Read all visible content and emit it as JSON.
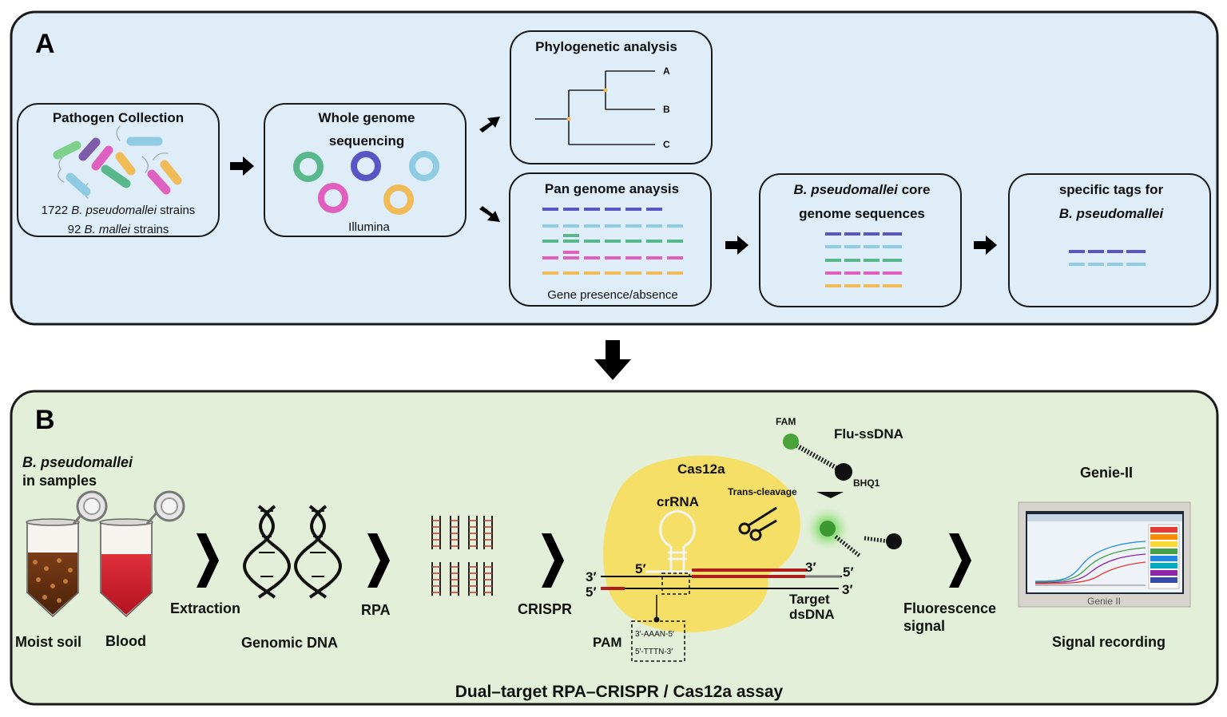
{
  "panel_a": {
    "letter": "A",
    "pathogen": {
      "title": "Pathogen Collection",
      "line1_num": "1722",
      "line1_species": "B. pseudomallei",
      "line1_tail": "strains",
      "line2_num": "92",
      "line2_species": "B. mallei",
      "line2_tail": "strains"
    },
    "wgs": {
      "title_line1": "Whole genome",
      "title_line2": "sequencing",
      "platform": "Illumina"
    },
    "phylo": {
      "title": "Phylogenetic analysis",
      "leaves": [
        "A",
        "B",
        "C"
      ]
    },
    "pan": {
      "title": "Pan genome anaysis",
      "caption": "Gene presence/absence"
    },
    "core": {
      "title_species": "B. pseudomallei",
      "title_tail": "core",
      "title_line2": "genome sequences"
    },
    "tags": {
      "title_line1": "specific tags for",
      "title_species": "B. pseudomallei"
    }
  },
  "panel_b": {
    "letter": "B",
    "samples": {
      "species": "B. pseudomallei",
      "line2": "in samples"
    },
    "soil": "Moist soil",
    "blood": "Blood",
    "extraction": "Extraction",
    "genomic": "Genomic DNA",
    "rpa": "RPA",
    "crispr": "CRISPR",
    "cas12a": "Cas12a",
    "crrna": "crRNA",
    "fam": "FAM",
    "flu": "Flu-ssDNA",
    "bhq": "BHQ1",
    "trans": "Trans-cleavage",
    "three_prime": "3′",
    "five_prime": "5′",
    "target_line1": "Target",
    "target_line2": "dsDNA",
    "pam": "PAM",
    "pam_seq1": "3′-AAAN-5′",
    "pam_seq2": "5′-TTTN-3′",
    "fluorescence_line1": "Fluorescence",
    "fluorescence_line2": "signal",
    "device": "Genie-II",
    "device_label": "Genie II",
    "signal": "Signal recording",
    "assay": "Dual–target RPA–CRISPR / Cas12a assay"
  },
  "colors": {
    "panel_a_bg": "#deedf8",
    "panel_b_bg": "#e3efd9",
    "cas12a": "#f6dd60",
    "strand_red": "#b01d1d",
    "fluor_green": "#4aa339"
  }
}
